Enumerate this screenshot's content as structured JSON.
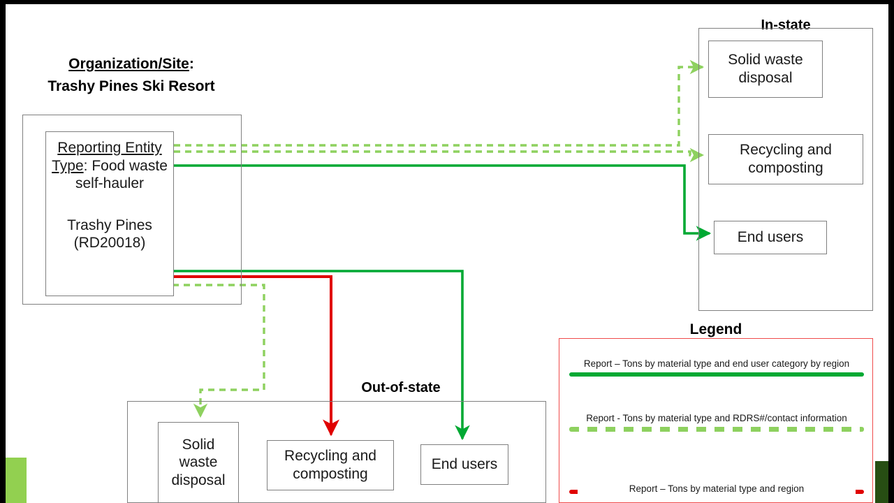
{
  "slide": {
    "org_title_prefix": "Organization/Site",
    "org_title_value": "Trashy Pines Ski Resort",
    "entity_label": "Reporting Entity",
    "entity_type_label": "Type",
    "entity_type_value": "Food waste self-hauler",
    "entity_name": "Trashy Pines (RD20018)",
    "instate_title": "In-state",
    "outstate_title": "Out-of-state",
    "legend_title": "Legend"
  },
  "instate_nodes": [
    {
      "label": "Solid waste disposal"
    },
    {
      "label": "Recycling and composting"
    },
    {
      "label": "End users"
    }
  ],
  "outstate_nodes": [
    {
      "label": "Solid waste disposal"
    },
    {
      "label": "Recycling and composting"
    },
    {
      "label": "End users"
    }
  ],
  "legend": [
    {
      "style": "solid-green",
      "color": "#00a933",
      "text": "Report – Tons by material type and end user category by region"
    },
    {
      "style": "dashed-green",
      "color": "#8ed15f",
      "text": "Report - Tons by material type and RDRS#/contact information"
    },
    {
      "style": "solid-red",
      "color": "#e00000",
      "text": "Report – Tons by material type and region"
    }
  ],
  "colors": {
    "solid_green": "#00a933",
    "dashed_green": "#8ed15f",
    "red": "#e00000",
    "box_border": "#7f7f7f",
    "legend_border": "#ef4b4b",
    "accent_block_left": "#92d050",
    "accent_block_right": "#274e13"
  }
}
